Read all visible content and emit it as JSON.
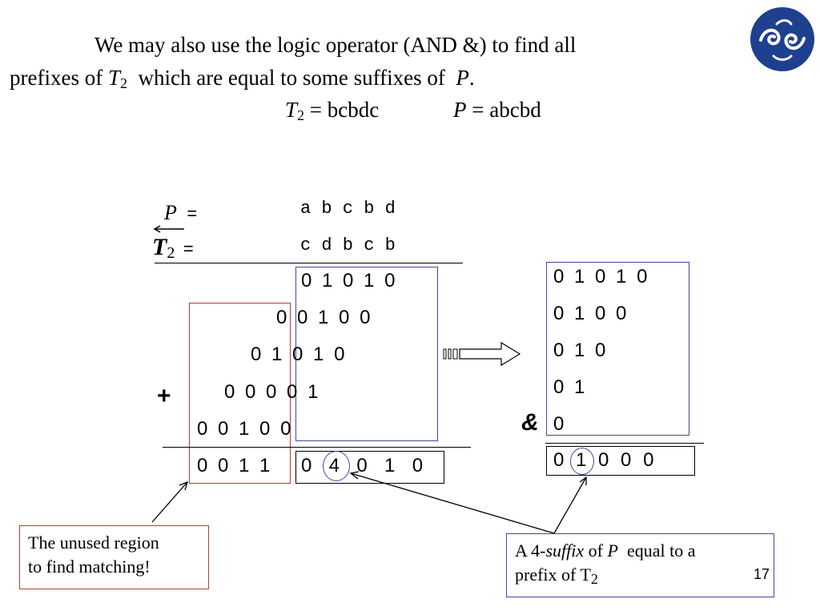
{
  "slide": {
    "title_line1": "We may also use the logic operator (AND &) to find all",
    "title_line2_pre": "prefixes of ",
    "title_line2_T": "T",
    "title_line2_sub": "2",
    "title_line2_mid": "  which are equal to some suffixes of  ",
    "title_line2_P": "P",
    "title_line2_end": ".",
    "eq_T": "T",
    "eq_T_sub": "2",
    "eq_T_val": " = bcbdc",
    "eq_P": "P",
    "eq_P_val": " = abcbd",
    "page_number": "17"
  },
  "left": {
    "p_label": "P",
    "t_label": "T",
    "t_sub": "2",
    "equals": "=",
    "p_letters": "a b c b d",
    "t_letters": "c d b c b",
    "rows": [
      "0 1 0 1 0",
      "0 0 1 0 0",
      "0 1 0 1 0",
      "0 0 0 0 1",
      "0 0 1 0 0"
    ],
    "sum_left": "0 0 1 1",
    "sum_right": "0  4  0  1  0",
    "plus": "+"
  },
  "right": {
    "rows": [
      "0 1 0 1 0",
      "0 1 0 0",
      "0 1 0",
      "0 1",
      "0"
    ],
    "result": "0 1 0 0 0",
    "and_op": "&"
  },
  "notes": {
    "unused_line1": "The unused region",
    "unused_line2": "to find matching!",
    "suffix_pre": "A 4-",
    "suffix_it": "suffix",
    "suffix_mid": " of ",
    "suffix_P": "P",
    "suffix_post": "  equal to a",
    "suffix_line2": "prefix of T",
    "suffix_sub": "2"
  },
  "colors": {
    "logo": "#1f3f8f",
    "blue_box": "#3a4aa0",
    "red_box": "#b83a3a",
    "black": "#000000"
  }
}
